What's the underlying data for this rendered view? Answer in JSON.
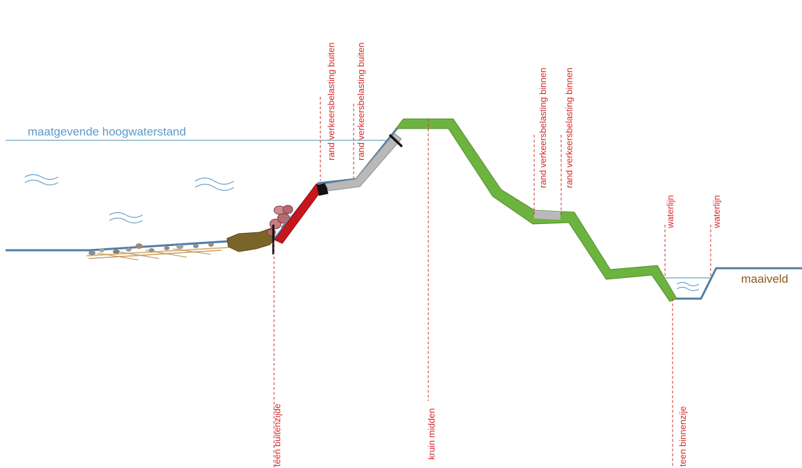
{
  "diagram": {
    "water_level_label": "maatgevende hoogwaterstand",
    "ground_level_label": "maaiveld",
    "markers": {
      "teen_buitenzijde": "teen buitenzijde",
      "rand_verkeersbelasting_buiten_1": "rand verkeersbelasting  buiten",
      "rand_verkeersbelasting_buiten_2": "rand verkeersbelasting  buiten",
      "kruin_midden": "kruin midden",
      "rand_verkeersbelasting_binnen_1": "rand verkeersbelasting  binnen",
      "rand_verkeersbelasting_binnen_2": "rand verkeersbelasting  binnen",
      "waterlijn_1": "waterlijn",
      "waterlijn_2": "waterlijn",
      "teen_binnenzijde": "teen binnenzije"
    },
    "colors": {
      "water_line": "#6aa4c8",
      "profile_outline": "#4f7fa6",
      "grass": "#6db33f",
      "revetment_red": "#c8161d",
      "road_grey": "#b9b9b9",
      "marker_red": "#d42a2a",
      "ground_label": "#8a5a1c",
      "water_label": "#5b9bc6"
    }
  }
}
